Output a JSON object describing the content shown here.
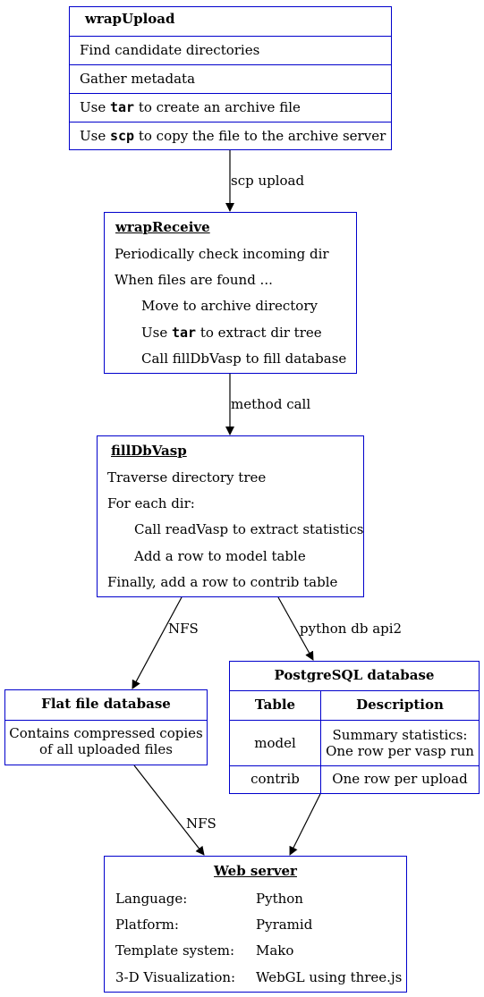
{
  "wrapUpload": {
    "title": "wrapUpload",
    "rows": [
      "Find candidate directories",
      "Gather metadata"
    ],
    "tar_pre": "Use ",
    "tar_code": "tar",
    "tar_post": " to create an archive file",
    "scp_pre": "Use ",
    "scp_code": "scp",
    "scp_post": " to copy the file to the archive server"
  },
  "edges": {
    "e1": "scp upload",
    "e2": "method call",
    "e3": "NFS",
    "e4": "python db api2",
    "e5": "NFS"
  },
  "wrapReceive": {
    "title": "wrapReceive",
    "l1": "Periodically check incoming dir",
    "l2": "When files are found ...",
    "l3": "Move to archive directory",
    "l4_pre": "Use ",
    "l4_code": "tar",
    "l4_post": " to extract dir tree",
    "l5": "Call fillDbVasp to fill database"
  },
  "fillDbVasp": {
    "title": "fillDbVasp",
    "l1": "Traverse directory tree",
    "l2": "For each dir:",
    "l3": "Call readVasp to extract statistics",
    "l4": "Add a row to model table",
    "l5": "Finally, add a row to contrib table"
  },
  "flatfile": {
    "title": "Flat file database",
    "body1": "Contains compressed copies",
    "body2": "of all uploaded files"
  },
  "postgres": {
    "title": "PostgreSQL database",
    "col1": "Table",
    "col2": "Description",
    "r1c1": "model",
    "r1c2a": "Summary statistics:",
    "r1c2b": "One row per vasp run",
    "r2c1": "contrib",
    "r2c2": "One row per upload"
  },
  "webserver": {
    "title": "Web server",
    "rows": [
      {
        "k": "Language:",
        "v": "Python"
      },
      {
        "k": "Platform:",
        "v": "Pyramid"
      },
      {
        "k": "Template system:",
        "v": "Mako"
      },
      {
        "k": "3-D Visualization:",
        "v": "WebGL using three.js"
      }
    ]
  },
  "colors": {
    "border": "#0000cc",
    "edge": "#000000"
  }
}
